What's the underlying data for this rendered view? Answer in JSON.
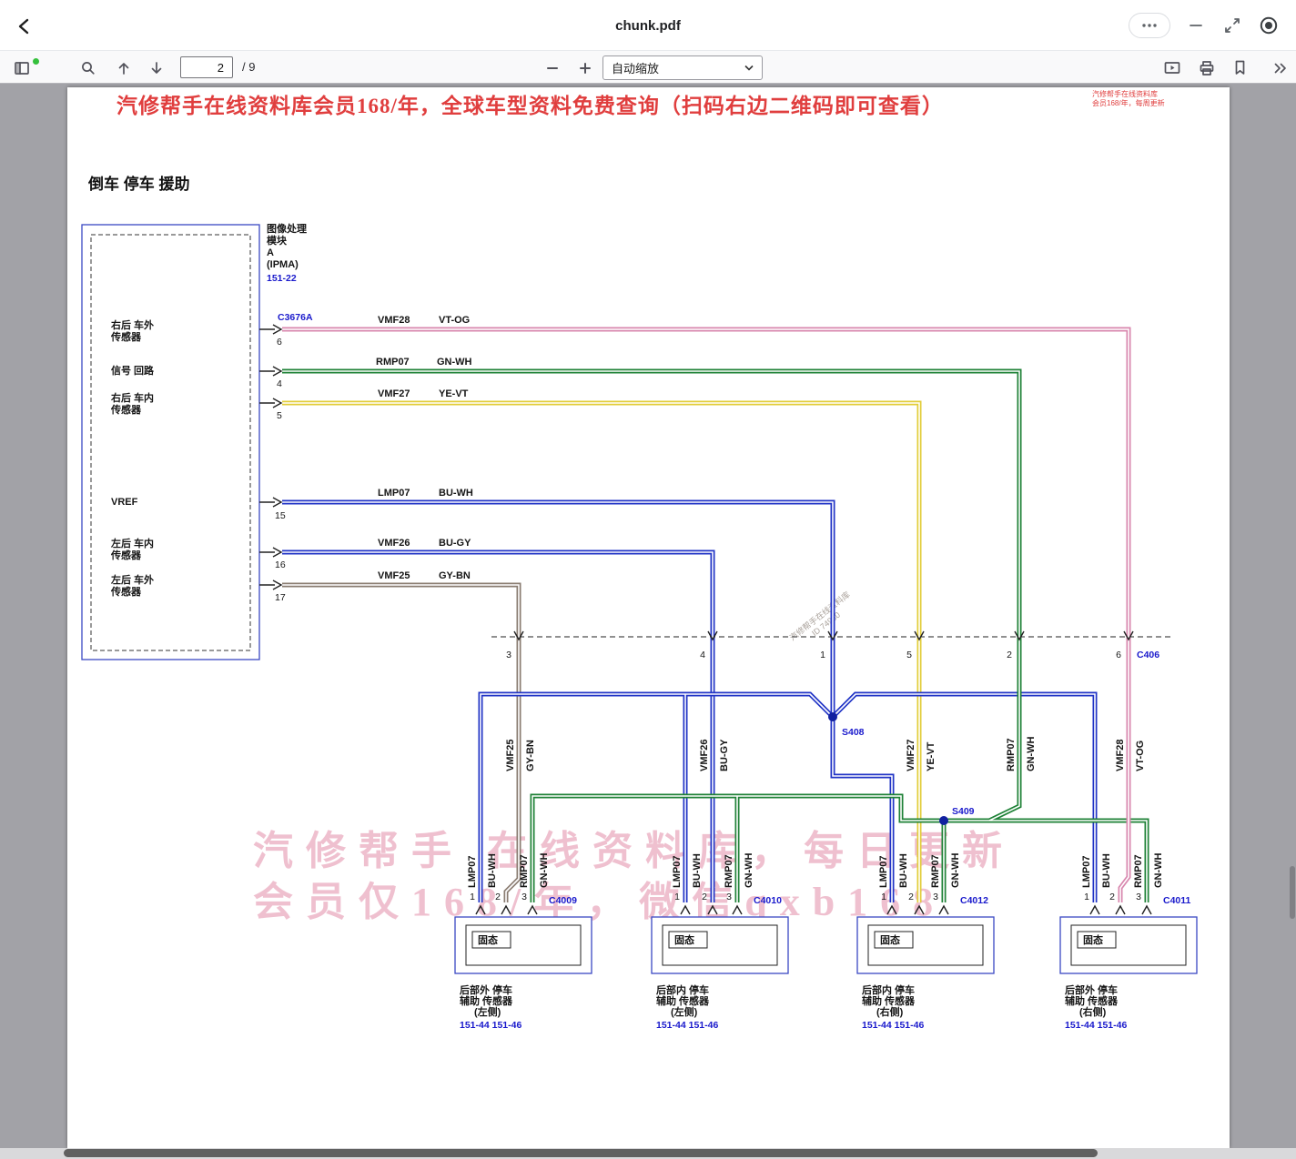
{
  "window": {
    "title": "chunk.pdf"
  },
  "toolbar": {
    "page_current": "2",
    "page_total": "/ 9",
    "zoom_value": "自动缩放"
  },
  "icons": {
    "back": "chevron-left",
    "more": "ellipsis",
    "minimize": "dash",
    "fullscreen": "expand-arrows",
    "record": "target",
    "sidebar": "sidebar-panel",
    "find": "magnifier",
    "page_up": "arrow-up",
    "page_down": "arrow-down",
    "zoom_out": "minus",
    "zoom_in": "plus",
    "select_caret": "chevron-down",
    "presentation": "play-screen",
    "print": "printer",
    "bookmark": "bookmark-flag",
    "more_tools": "double-chevron-right"
  },
  "watermarks": {
    "top_banner": "汽修帮手在线资料库会员168/年，全球车型资料免费查询（扫码右边二维码即可查看）",
    "top_right_1": "汽修帮手在线资料库",
    "top_right_2": "会员168/年，每周更新",
    "center_1": "汽修帮手 在线资料库，每日更新",
    "center_2": "会员仅168/年，微信qxb168",
    "diag_1": "汽修帮手在线资料库",
    "diag_2": "ID 74960"
  },
  "colors": {
    "vt_og": "#d887ae",
    "gn_wh": "#1f8237",
    "ye_vt": "#e2cd39",
    "bu": "#2134c6",
    "gy_bn": "#8a7c71",
    "ref_blue": "#1a1acc"
  },
  "diagram": {
    "title": "倒车 停车 援助",
    "module": {
      "line1": "图像处理",
      "line2": "模块",
      "line3": "A",
      "line4": "(IPMA)",
      "ref": "151-22",
      "connector": "C3676A"
    },
    "pins": [
      {
        "num": "6",
        "l1": "右后 车外",
        "l2": "传感器"
      },
      {
        "num": "4",
        "l1": "信号 回路",
        "l2": ""
      },
      {
        "num": "5",
        "l1": "右后 车内",
        "l2": "传感器"
      },
      {
        "num": "15",
        "l1": "VREF",
        "l2": ""
      },
      {
        "num": "16",
        "l1": "左后 车内",
        "l2": "传感器"
      },
      {
        "num": "17",
        "l1": "左后 车外",
        "l2": "传感器"
      }
    ],
    "wires": [
      {
        "circuit": "VMF28",
        "color": "VT-OG"
      },
      {
        "circuit": "RMP07",
        "color": "GN-WH"
      },
      {
        "circuit": "VMF27",
        "color": "YE-VT"
      },
      {
        "circuit": "LMP07",
        "color": "BU-WH"
      },
      {
        "circuit": "VMF26",
        "color": "BU-GY"
      },
      {
        "circuit": "VMF25",
        "color": "GY-BN"
      }
    ],
    "c406": {
      "name": "C406",
      "pins": [
        "3",
        "4",
        "1",
        "5",
        "2",
        "6"
      ]
    },
    "splice1": "S408",
    "splice2": "S409",
    "drops": [
      {
        "circuit": "VMF25",
        "color": "GY-BN"
      },
      {
        "circuit": "VMF26",
        "color": "BU-GY"
      },
      {
        "circuit": "VMF27",
        "color": "YE-VT"
      },
      {
        "circuit": "RMP07",
        "color": "GN-WH"
      },
      {
        "circuit": "VMF28",
        "color": "VT-OG"
      }
    ],
    "sensors": [
      {
        "connector": "C4009",
        "p1": "1",
        "p2": "2",
        "p3": "3",
        "w1c": "LMP07",
        "w1k": "BU-WH",
        "w3c": "RMP07",
        "w3k": "GN-WH",
        "body": "固态",
        "cap1": "后部外 停车",
        "cap2": "辅助 传感器",
        "cap3": "(左侧)",
        "refs": "151-44  151-46"
      },
      {
        "connector": "C4010",
        "p1": "1",
        "p2": "2",
        "p3": "3",
        "w1c": "LMP07",
        "w1k": "BU-WH",
        "w3c": "RMP07",
        "w3k": "GN-WH",
        "body": "固态",
        "cap1": "后部内 停车",
        "cap2": "辅助 传感器",
        "cap3": "(左侧)",
        "refs": "151-44  151-46"
      },
      {
        "connector": "C4012",
        "p1": "1",
        "p2": "2",
        "p3": "3",
        "w1c": "LMP07",
        "w1k": "BU-WH",
        "w3c": "RMP07",
        "w3k": "GN-WH",
        "body": "固态",
        "cap1": "后部内 停车",
        "cap2": "辅助 传感器",
        "cap3": "(右侧)",
        "refs": "151-44  151-46"
      },
      {
        "connector": "C4011",
        "p1": "1",
        "p2": "2",
        "p3": "3",
        "w1c": "LMP07",
        "w1k": "BU-WH",
        "w3c": "RMP07",
        "w3k": "GN-WH",
        "body": "固态",
        "cap1": "后部外 停车",
        "cap2": "辅助 传感器",
        "cap3": "(右侧)",
        "refs": "151-44  151-46"
      }
    ]
  }
}
